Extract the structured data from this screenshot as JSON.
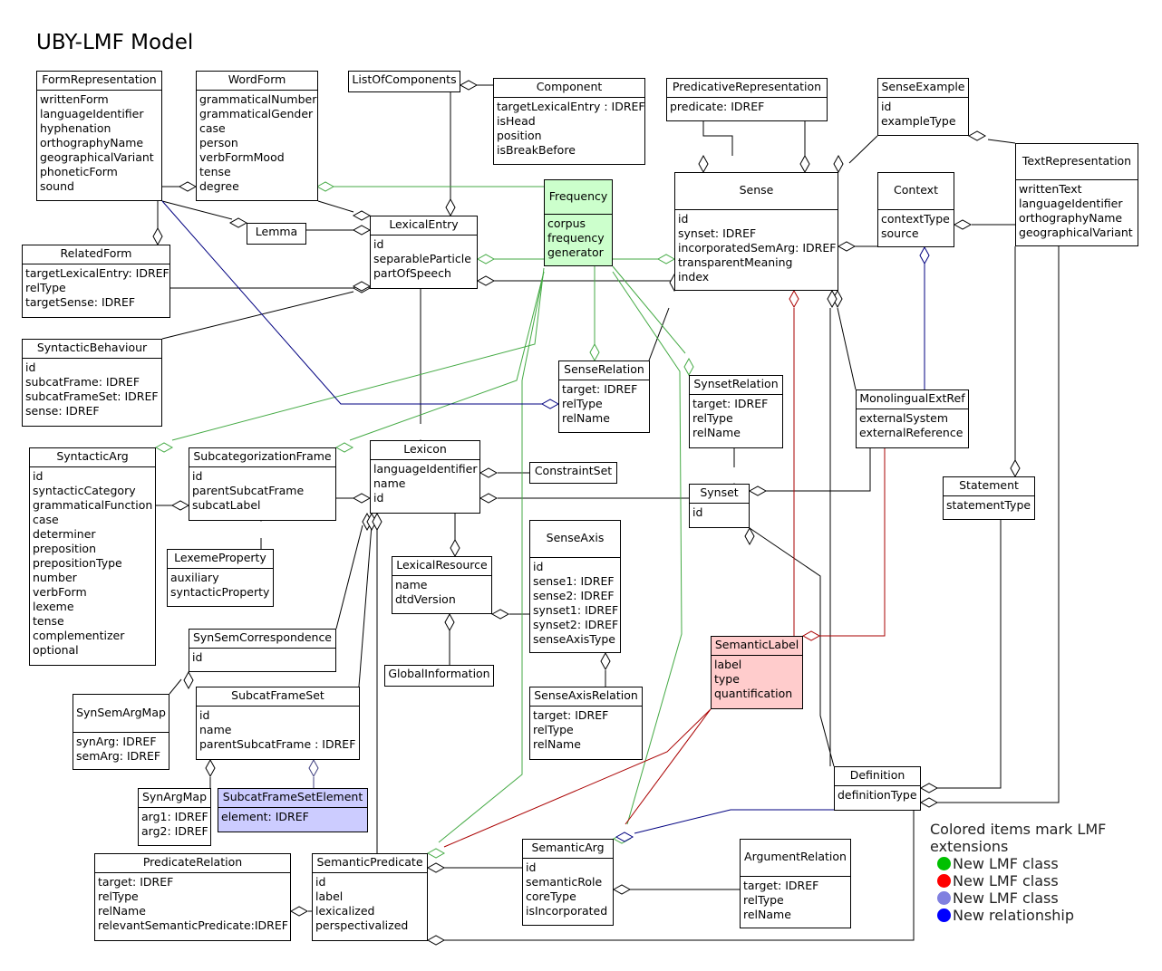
{
  "title": "UBY-LMF Model",
  "colors": {
    "new_class_green": "#00c000",
    "new_class_red": "#ff0000",
    "new_class_lavender": "#8080e0",
    "new_relationship_blue": "#0000ff",
    "green_line": "#44aa44",
    "red_line": "#aa0000",
    "blue_line": "#000080"
  },
  "classes": {
    "FormRepresentation": {
      "name": "FormRepresentation",
      "attrs": [
        "writtenForm",
        "languageIdentifier",
        "hyphenation",
        "orthographyName",
        "geographicalVariant",
        "phoneticForm",
        "sound"
      ]
    },
    "WordForm": {
      "name": "WordForm",
      "attrs": [
        "grammaticalNumber",
        "grammaticalGender",
        "case",
        "person",
        "verbFormMood",
        "tense",
        "degree"
      ]
    },
    "ListOfComponents": {
      "name": "ListOfComponents",
      "attrs": []
    },
    "Component": {
      "name": "Component",
      "attrs": [
        "targetLexicalEntry : IDREF",
        "isHead",
        "position",
        "isBreakBefore"
      ]
    },
    "PredicativeRepresentation": {
      "name": "PredicativeRepresentation",
      "attrs": [
        "predicate: IDREF"
      ]
    },
    "SenseExample": {
      "name": "SenseExample",
      "attrs": [
        "id",
        "exampleType"
      ]
    },
    "TextRepresentation": {
      "name": "TextRepresentation",
      "attrs": [
        "writtenText",
        "languageIdentifier",
        "orthographyName",
        "geographicalVariant"
      ]
    },
    "Frequency": {
      "name": "Frequency",
      "attrs": [
        "corpus",
        "frequency",
        "generator"
      ]
    },
    "Sense": {
      "name": "Sense",
      "attrs": [
        "id",
        "synset: IDREF",
        "incorporatedSemArg: IDREF",
        "transparentMeaning",
        "index"
      ]
    },
    "Context": {
      "name": "Context",
      "attrs": [
        "contextType",
        "source"
      ]
    },
    "Lemma": {
      "name": "Lemma",
      "attrs": []
    },
    "LexicalEntry": {
      "name": "LexicalEntry",
      "attrs": [
        "id",
        "separableParticle",
        "partOfSpeech"
      ]
    },
    "RelatedForm": {
      "name": "RelatedForm",
      "attrs": [
        "targetLexicalEntry: IDREF",
        "relType",
        "targetSense: IDREF"
      ]
    },
    "SyntacticBehaviour": {
      "name": "SyntacticBehaviour",
      "attrs": [
        "id",
        "subcatFrame: IDREF",
        "subcatFrameSet: IDREF",
        "sense: IDREF"
      ]
    },
    "SenseRelation": {
      "name": "SenseRelation",
      "attrs": [
        "target: IDREF",
        "relType",
        "relName"
      ]
    },
    "SynsetRelation": {
      "name": "SynsetRelation",
      "attrs": [
        "target: IDREF",
        "relType",
        "relName"
      ]
    },
    "MonolingualExtRef": {
      "name": "MonolingualExtRef",
      "attrs": [
        "externalSystem",
        "externalReference"
      ]
    },
    "SyntacticArg": {
      "name": "SyntacticArg",
      "attrs": [
        "id",
        "syntacticCategory",
        "grammaticalFunction",
        "case",
        "determiner",
        "preposition",
        "prepositionType",
        "number",
        "verbForm",
        "lexeme",
        "tense",
        "complementizer",
        "optional"
      ]
    },
    "SubcategorizationFrame": {
      "name": "SubcategorizationFrame",
      "attrs": [
        "id",
        "parentSubcatFrame",
        "subcatLabel"
      ]
    },
    "Lexicon": {
      "name": "Lexicon",
      "attrs": [
        "languageIdentifier",
        "name",
        "id"
      ]
    },
    "ConstraintSet": {
      "name": "ConstraintSet",
      "attrs": []
    },
    "Synset": {
      "name": "Synset",
      "attrs": [
        "id"
      ]
    },
    "Statement": {
      "name": "Statement",
      "attrs": [
        "statementType"
      ]
    },
    "LexemeProperty": {
      "name": "LexemeProperty",
      "attrs": [
        "auxiliary",
        "syntacticProperty"
      ]
    },
    "LexicalResource": {
      "name": "LexicalResource",
      "attrs": [
        "name",
        "dtdVersion"
      ]
    },
    "SenseAxis": {
      "name": "SenseAxis",
      "attrs": [
        "id",
        "sense1: IDREF",
        "sense2: IDREF",
        "synset1: IDREF",
        "synset2: IDREF",
        "senseAxisType"
      ]
    },
    "SemanticLabel": {
      "name": "SemanticLabel",
      "attrs": [
        "label",
        "type",
        "quantification"
      ]
    },
    "SynSemCorrespondence": {
      "name": "SynSemCorrespondence",
      "attrs": [
        "id"
      ]
    },
    "GlobalInformation": {
      "name": "GlobalInformation",
      "attrs": []
    },
    "SenseAxisRelation": {
      "name": "SenseAxisRelation",
      "attrs": [
        "target: IDREF",
        "relType",
        "relName"
      ]
    },
    "SynSemArgMap": {
      "name": "SynSemArgMap",
      "attrs": [
        "synArg: IDREF",
        "semArg: IDREF"
      ]
    },
    "SubcatFrameSet": {
      "name": "SubcatFrameSet",
      "attrs": [
        "id",
        "name",
        "parentSubcatFrame : IDREF"
      ]
    },
    "Definition": {
      "name": "Definition",
      "attrs": [
        "definitionType"
      ]
    },
    "SynArgMap": {
      "name": "SynArgMap",
      "attrs": [
        "arg1: IDREF",
        "arg2: IDREF"
      ]
    },
    "SubcatFrameSetElement": {
      "name": "SubcatFrameSetElement",
      "attrs": [
        "element: IDREF"
      ]
    },
    "PredicateRelation": {
      "name": "PredicateRelation",
      "attrs": [
        "target: IDREF",
        "relType",
        "relName",
        "relevantSemanticPredicate:IDREF"
      ]
    },
    "SemanticPredicate": {
      "name": "SemanticPredicate",
      "attrs": [
        "id",
        "label",
        "lexicalized",
        "perspectivalized"
      ]
    },
    "SemanticArg": {
      "name": "SemanticArg",
      "attrs": [
        "id",
        "semanticRole",
        "coreType",
        "isIncorporated"
      ]
    },
    "ArgumentRelation": {
      "name": "ArgumentRelation",
      "attrs": [
        "target: IDREF",
        "relType",
        "relName"
      ]
    }
  },
  "legend": {
    "heading": "Colored items mark LMF extensions",
    "items": [
      {
        "label": "New LMF class",
        "color": "#00c000"
      },
      {
        "label": "New LMF class",
        "color": "#ff0000"
      },
      {
        "label": "New LMF class",
        "color": "#8080e0"
      },
      {
        "label": "New relationship",
        "color": "#0000ff"
      }
    ]
  }
}
